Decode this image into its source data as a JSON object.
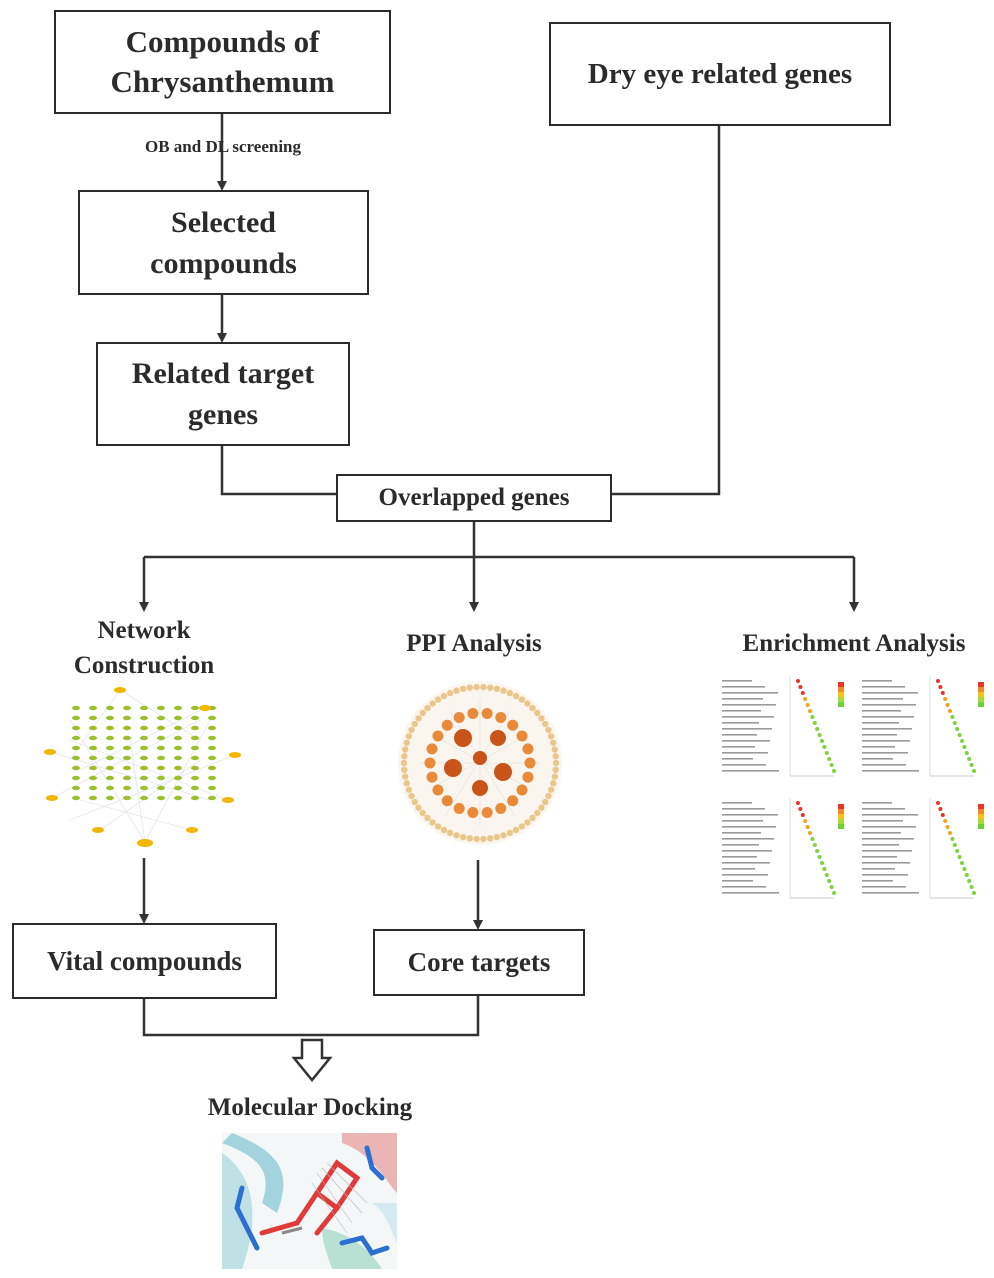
{
  "nodes": {
    "compounds": "Compounds of Chrysanthemum",
    "dry_eye": "Dry eye related genes",
    "selected": "Selected compounds",
    "related": "Related target genes",
    "overlapped": "Overlapped genes",
    "vital": "Vital compounds",
    "core": "Core targets"
  },
  "edge_labels": {
    "screening": "OB and DL screening"
  },
  "section_titles": {
    "network": "Network Construction",
    "ppi": "PPI Analysis",
    "enrichment": "Enrichment Analysis",
    "docking": "Molecular Docking"
  },
  "colors": {
    "line": "#333333",
    "network_node": "#9bc02c",
    "hub_node": "#f2b600",
    "ppi_core": "#c8541a",
    "ppi_outer": "#e9c78c"
  }
}
